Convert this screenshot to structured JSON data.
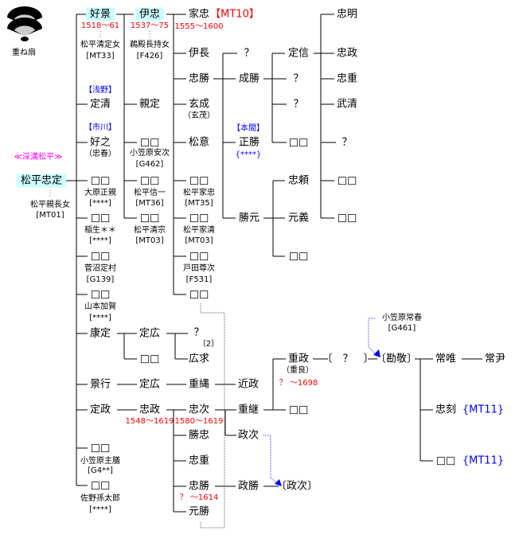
{
  "crest": {
    "label": "重ね扇",
    "icon": "folding-fans-crest-icon"
  },
  "clan_label": "≪深溝松平≫",
  "colors": {
    "highlight": "#ccffff",
    "years": "#ff0000",
    "tags": "#0000ff",
    "clan": "#ff00ff"
  },
  "root": {
    "name": "松平忠定",
    "spouse": "松平親長女",
    "spouse_code": "[MT01]"
  },
  "gen1": [
    {
      "name": "好景",
      "years": "1518〜61",
      "spouse": "松平清定女",
      "code": "[MT33]"
    },
    {
      "name": "定清",
      "tag": "【浅野】"
    },
    {
      "name": "好之",
      "tag": "【市川】",
      "alias": "（忠春）"
    },
    {
      "name": "□□",
      "spouse": "大原正親",
      "code": "[****]"
    },
    {
      "name": "□□",
      "spouse": "稲生＊＊",
      "code": "[****]"
    },
    {
      "name": "□□",
      "spouse": "菅沼定村",
      "code": "[G139]"
    },
    {
      "name": "□□",
      "spouse": "山本加賀",
      "code": "[****]"
    },
    {
      "name": "康定"
    },
    {
      "name": "景行"
    },
    {
      "name": "定政"
    },
    {
      "name": "□□",
      "spouse": "小笠原主膳",
      "code": "[G4**]"
    },
    {
      "name": "□□",
      "spouse": "佐野孫太郎",
      "code": "[****]"
    }
  ],
  "gen2": [
    {
      "name": "伊忠",
      "years": "1537〜75",
      "spouse": "鵜殿長持女",
      "code": "[F426]"
    },
    {
      "name": "親定"
    },
    {
      "name": "□□",
      "spouse": "小笠原安次",
      "code": "[G462]"
    },
    {
      "name": "□□",
      "spouse": "松平信一",
      "code": "[MT36]"
    },
    {
      "name": "□□",
      "spouse": "松平清宗",
      "code": "[MT03]"
    },
    {
      "name": "定広"
    },
    {
      "name": "□□"
    },
    {
      "name": "定広"
    },
    {
      "name": "忠政",
      "years": "1548〜1619"
    }
  ],
  "gen3": [
    {
      "name": "家忠",
      "code": "【MT10】",
      "years": "1555〜1600"
    },
    {
      "name": "伊長"
    },
    {
      "name": "忠勝"
    },
    {
      "name": "玄成",
      "alias": "（玄茂）"
    },
    {
      "name": "松意"
    },
    {
      "name": "□□",
      "spouse": "松平家忠",
      "code": "[MT35]"
    },
    {
      "name": "□□",
      "spouse": "松平家清",
      "code": "[MT03]"
    },
    {
      "name": "□□",
      "spouse": "戸田尊次",
      "code": "[F531]"
    },
    {
      "name": "□□"
    },
    {
      "name": "？",
      "note": "〔2〕"
    },
    {
      "name": "広求"
    },
    {
      "name": "重縄"
    },
    {
      "name": "忠次",
      "years": "1580〜1619"
    },
    {
      "name": "勝忠"
    },
    {
      "name": "忠重"
    },
    {
      "name": "忠勝",
      "years": "？ 〜1614"
    },
    {
      "name": "元勝"
    }
  ],
  "gen4": [
    {
      "name": "？"
    },
    {
      "name": "成勝"
    },
    {
      "name": "正勝",
      "tag": "【本間】",
      "code": "{****}"
    },
    {
      "name": "勝元"
    },
    {
      "name": "近政"
    },
    {
      "name": "重継"
    },
    {
      "name": "政次"
    },
    {
      "name": "政勝"
    }
  ],
  "gen5": [
    {
      "name": "定信"
    },
    {
      "name": "？"
    },
    {
      "name": "？"
    },
    {
      "name": "□□"
    },
    {
      "name": "忠頼"
    },
    {
      "name": "元義"
    },
    {
      "name": "□□"
    },
    {
      "name": "重政",
      "alias": "（重良）",
      "years": "？ 〜1698"
    },
    {
      "name": "□□"
    },
    {
      "name": "〔政次〕"
    }
  ],
  "gen6": [
    {
      "name": "忠明"
    },
    {
      "name": "忠政"
    },
    {
      "name": "忠重"
    },
    {
      "name": "武清"
    },
    {
      "name": "？"
    },
    {
      "name": "□□"
    },
    {
      "name": "□□"
    },
    {
      "name": "〔　？　〕"
    }
  ],
  "gen7": [
    {
      "name": "〔勘敬〕",
      "adoptive_parent": "小笠原常春",
      "code": "[G461]"
    }
  ],
  "gen8": [
    {
      "name": "常唯"
    },
    {
      "name": "忠刻",
      "code": "{MT11}"
    },
    {
      "name": "□□",
      "code": "{MT11}"
    }
  ],
  "gen9": [
    {
      "name": "常尹"
    }
  ]
}
